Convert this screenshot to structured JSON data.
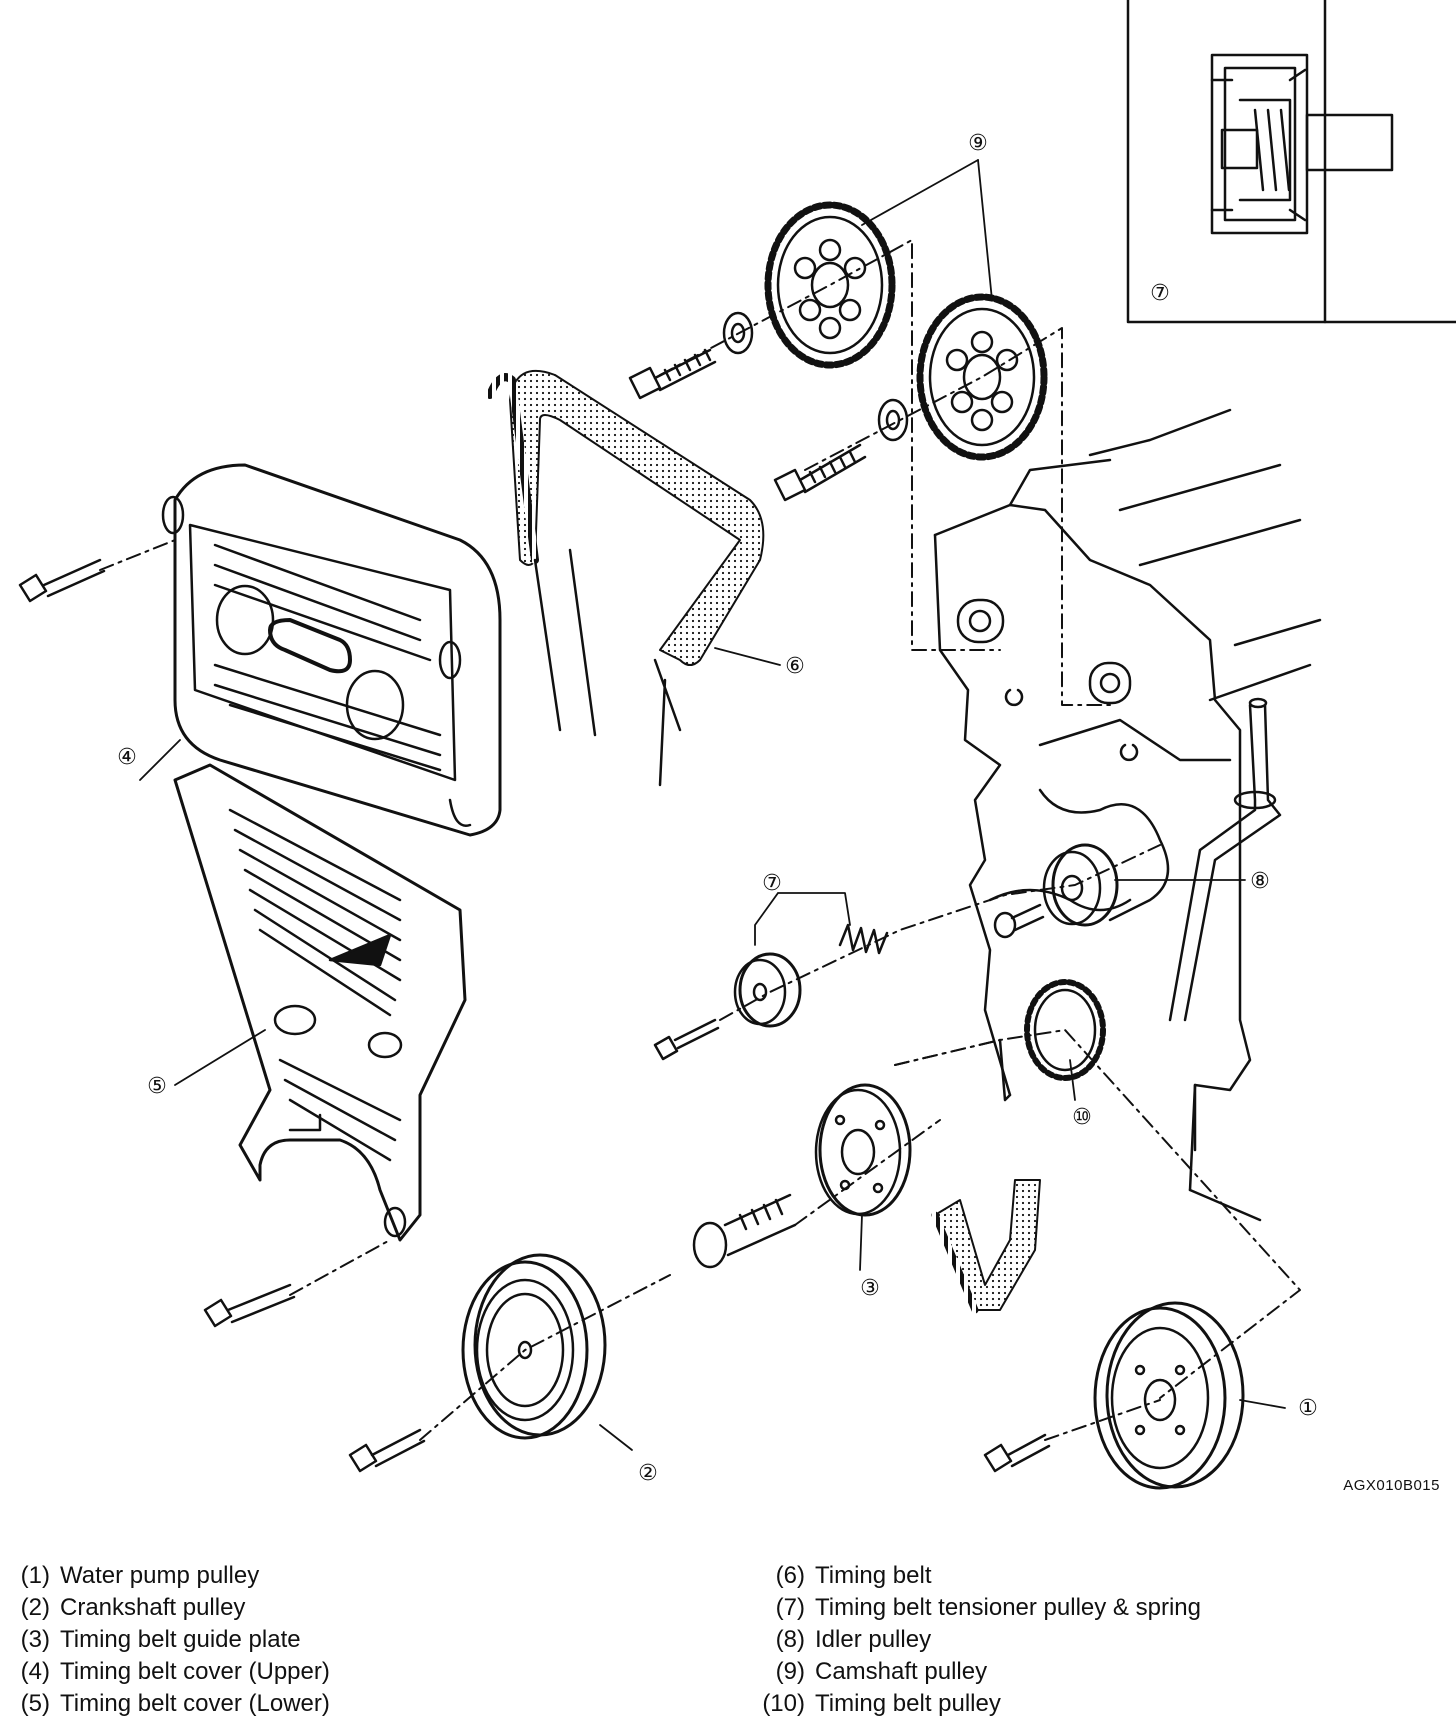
{
  "figure_code": "AGX010B015",
  "callouts": {
    "c1": "①",
    "c2": "②",
    "c3": "③",
    "c4": "④",
    "c5": "⑤",
    "c6": "⑥",
    "c7": "⑦",
    "c7b": "⑦",
    "c8": "⑧",
    "c9": "⑨",
    "c10": "⑩"
  },
  "legend": [
    {
      "num": "(1)",
      "label": "Water pump pulley"
    },
    {
      "num": "(2)",
      "label": "Crankshaft pulley"
    },
    {
      "num": "(3)",
      "label": "Timing belt guide plate"
    },
    {
      "num": "(4)",
      "label": "Timing belt cover (Upper)"
    },
    {
      "num": "(5)",
      "label": "Timing belt cover (Lower)"
    },
    {
      "num": "(6)",
      "label": "Timing belt"
    },
    {
      "num": "(7)",
      "label": "Timing belt tensioner pulley & spring"
    },
    {
      "num": "(8)",
      "label": "Idler pulley"
    },
    {
      "num": "(9)",
      "label": "Camshaft pulley"
    },
    {
      "num": "(10)",
      "label": "Timing belt pulley"
    }
  ]
}
